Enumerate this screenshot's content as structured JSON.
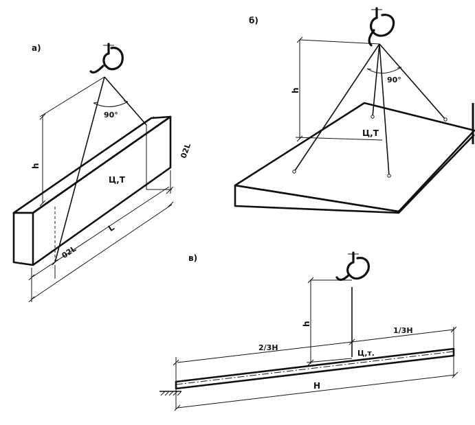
{
  "figures": {
    "a": {
      "label": "а)",
      "angle": "90°",
      "height": "h",
      "cg": "Ц,Т",
      "offset_right": "02L",
      "offset_left": "02L",
      "length": "L"
    },
    "b": {
      "label": "б)",
      "angle": "90°",
      "height": "h",
      "cg": "Ц,Т"
    },
    "v": {
      "label": "в)",
      "height": "h",
      "left_part": "2/3Н",
      "right_part": "1/3Н",
      "cg": "Ц,т.",
      "length": "Н"
    }
  }
}
